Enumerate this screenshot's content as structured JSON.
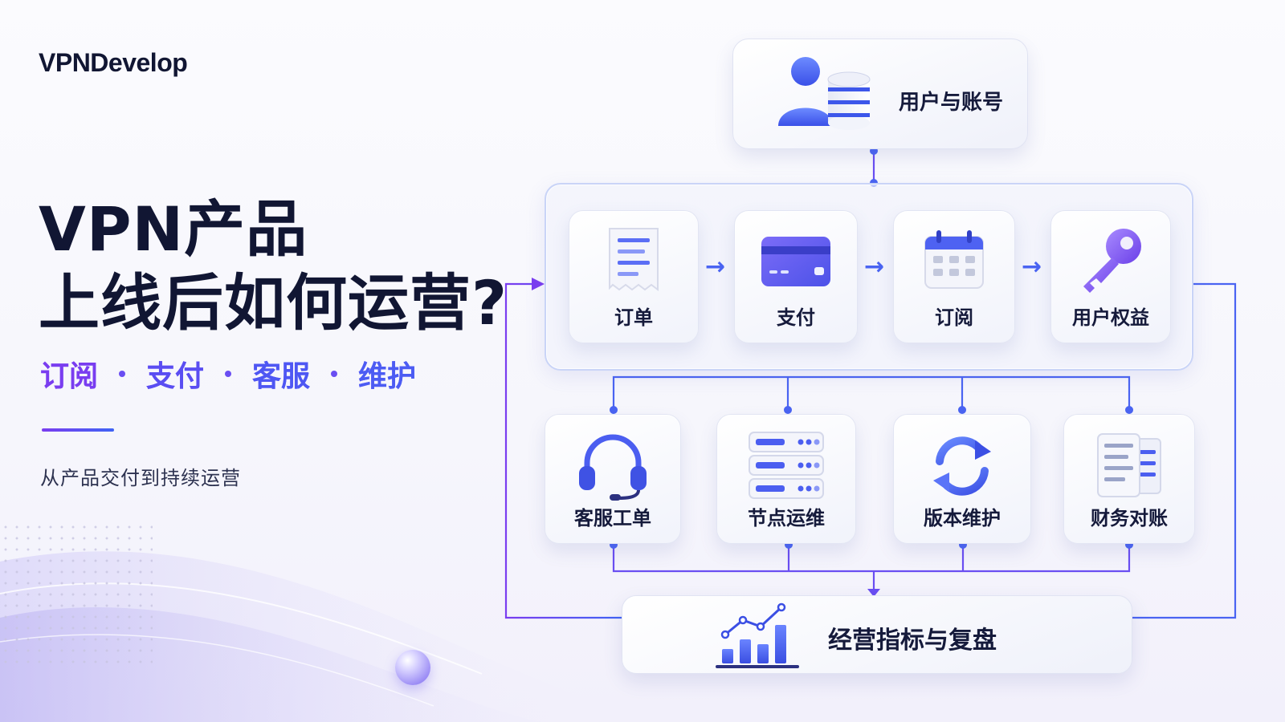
{
  "brand": "VPNDevelop",
  "title": {
    "line1": "VPN产品",
    "line2": "上线后如何运营?"
  },
  "tagline": [
    "订阅",
    "支付",
    "客服",
    "维护"
  ],
  "subtitle": "从产品交付到持续运营",
  "diagram": {
    "top": {
      "label": "用户与账号",
      "icon": "user-database-icon"
    },
    "flow_steps": [
      {
        "label": "订单",
        "icon": "receipt-icon"
      },
      {
        "label": "支付",
        "icon": "credit-card-icon"
      },
      {
        "label": "订阅",
        "icon": "calendar-icon"
      },
      {
        "label": "用户权益",
        "icon": "key-icon"
      }
    ],
    "operations": [
      {
        "label": "客服工单",
        "icon": "headset-icon"
      },
      {
        "label": "节点运维",
        "icon": "server-icon"
      },
      {
        "label": "版本维护",
        "icon": "refresh-icon"
      },
      {
        "label": "财务对账",
        "icon": "document-icon"
      }
    ],
    "bottom": {
      "label": "经营指标与复盘",
      "icon": "bar-chart-icon"
    }
  },
  "colors": {
    "primary_purple": "#7a3df0",
    "primary_blue": "#3f63f4",
    "dark_text": "#111633",
    "connector": "#4a64f2"
  }
}
